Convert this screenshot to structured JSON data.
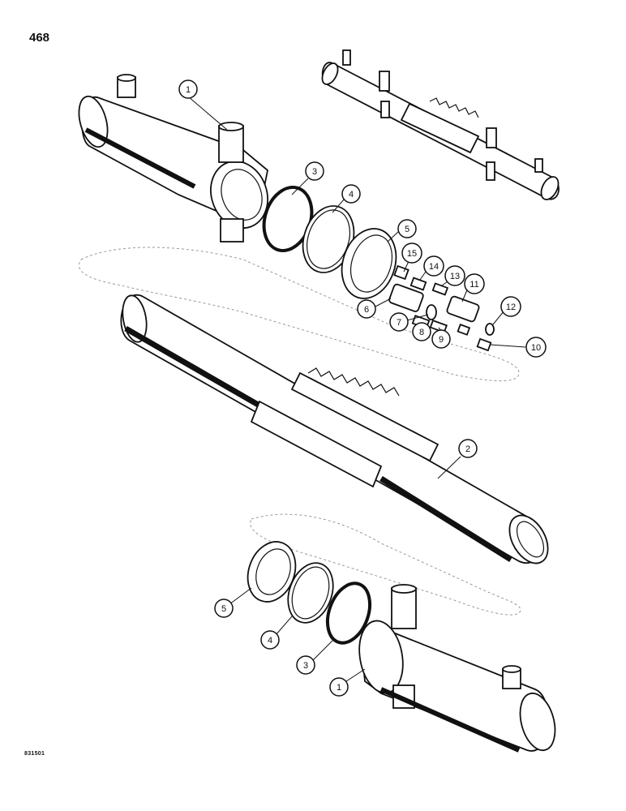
{
  "page_number": "468",
  "drawing_code": "831501",
  "callouts": [
    {
      "id": "c1-top",
      "label": "1"
    },
    {
      "id": "c2",
      "label": "2"
    },
    {
      "id": "c3-top",
      "label": "3"
    },
    {
      "id": "c4-top",
      "label": "4"
    },
    {
      "id": "c5-top",
      "label": "5"
    },
    {
      "id": "c6",
      "label": "6"
    },
    {
      "id": "c7",
      "label": "7"
    },
    {
      "id": "c8",
      "label": "8"
    },
    {
      "id": "c9",
      "label": "9"
    },
    {
      "id": "c10",
      "label": "10"
    },
    {
      "id": "c11",
      "label": "11"
    },
    {
      "id": "c12",
      "label": "12"
    },
    {
      "id": "c13",
      "label": "13"
    },
    {
      "id": "c14",
      "label": "14"
    },
    {
      "id": "c15",
      "label": "15"
    },
    {
      "id": "c5-bottom",
      "label": "5"
    },
    {
      "id": "c4-bottom",
      "label": "4"
    },
    {
      "id": "c3-bottom",
      "label": "3"
    },
    {
      "id": "c1-bottom",
      "label": "1"
    }
  ]
}
